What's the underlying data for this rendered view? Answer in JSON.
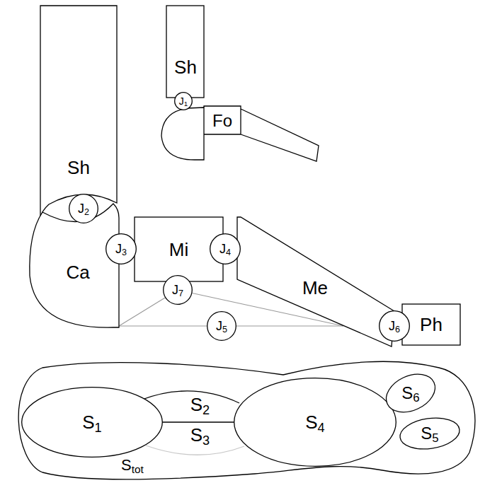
{
  "diagram": {
    "nodes": [
      {
        "text": [
          "Sh"
        ]
      },
      {
        "text": [
          "Sh"
        ]
      },
      {
        "text": [
          "J1"
        ]
      },
      {
        "text": [
          "Fo"
        ]
      },
      {
        "text": [
          "J2"
        ]
      },
      {
        "text": [
          "Ca"
        ]
      },
      {
        "text": [
          "J3"
        ]
      },
      {
        "text": [
          "Mi"
        ]
      },
      {
        "text": [
          "J4"
        ]
      },
      {
        "text": [
          "J7"
        ]
      },
      {
        "text": [
          "Me"
        ]
      },
      {
        "text": [
          "J5"
        ]
      },
      {
        "text": [
          "J6"
        ]
      },
      {
        "text": [
          "Ph"
        ]
      },
      {
        "text": [
          "Stot"
        ]
      },
      {
        "text": [
          "S1"
        ],
        "in": 14
      },
      {
        "text": [
          "S2"
        ],
        "in": 14
      },
      {
        "text": [
          "S3"
        ],
        "in": 14
      },
      {
        "text": [
          "S4"
        ],
        "in": 14
      },
      {
        "text": [
          "S6"
        ],
        "in": 14
      },
      {
        "text": [
          "S5"
        ],
        "in": 14
      }
    ],
    "edges": [
      {
        "from": 5,
        "to": 11,
        "arrow": "none"
      },
      {
        "from": 11,
        "to": 10,
        "arrow": "none"
      },
      {
        "from": 5,
        "to": 9,
        "arrow": "none"
      },
      {
        "from": 9,
        "to": 10,
        "arrow": "none"
      }
    ]
  }
}
